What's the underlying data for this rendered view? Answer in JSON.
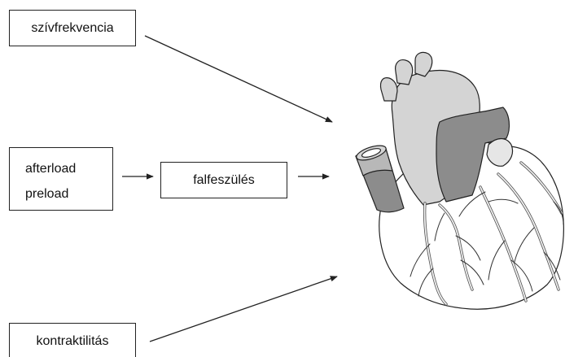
{
  "labels": {
    "heart_rate": "szívfrekvencia",
    "afterload": "afterload",
    "preload": "preload",
    "wall_stress": "falfeszülés",
    "contractility": "kontraktilitás"
  },
  "colors": {
    "line": "#222222",
    "vessel_dark": "#8c8c8c",
    "vessel_mid": "#b8b8b8",
    "vessel_light": "#d4d4d4",
    "heart_fill": "#ffffff"
  }
}
